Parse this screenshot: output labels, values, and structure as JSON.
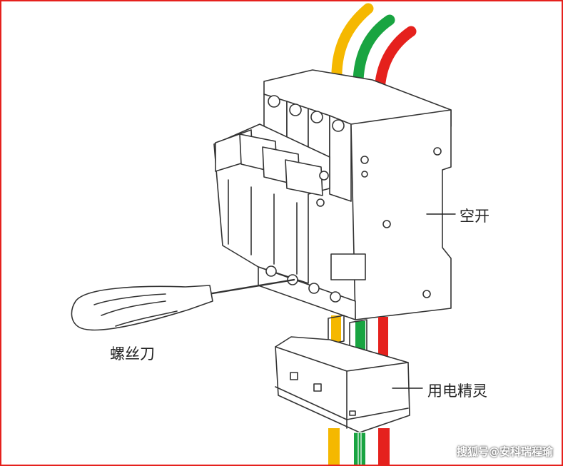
{
  "labels": {
    "breaker": "空开",
    "screwdriver": "螺丝刀",
    "device": "用电精灵"
  },
  "watermark": "搜狐号@安科瑞程瑜",
  "colors": {
    "wire_yellow": "#f5b800",
    "wire_green": "#19a441",
    "wire_red": "#e5211d",
    "outline": "#333333",
    "frame": "#e5211d"
  }
}
